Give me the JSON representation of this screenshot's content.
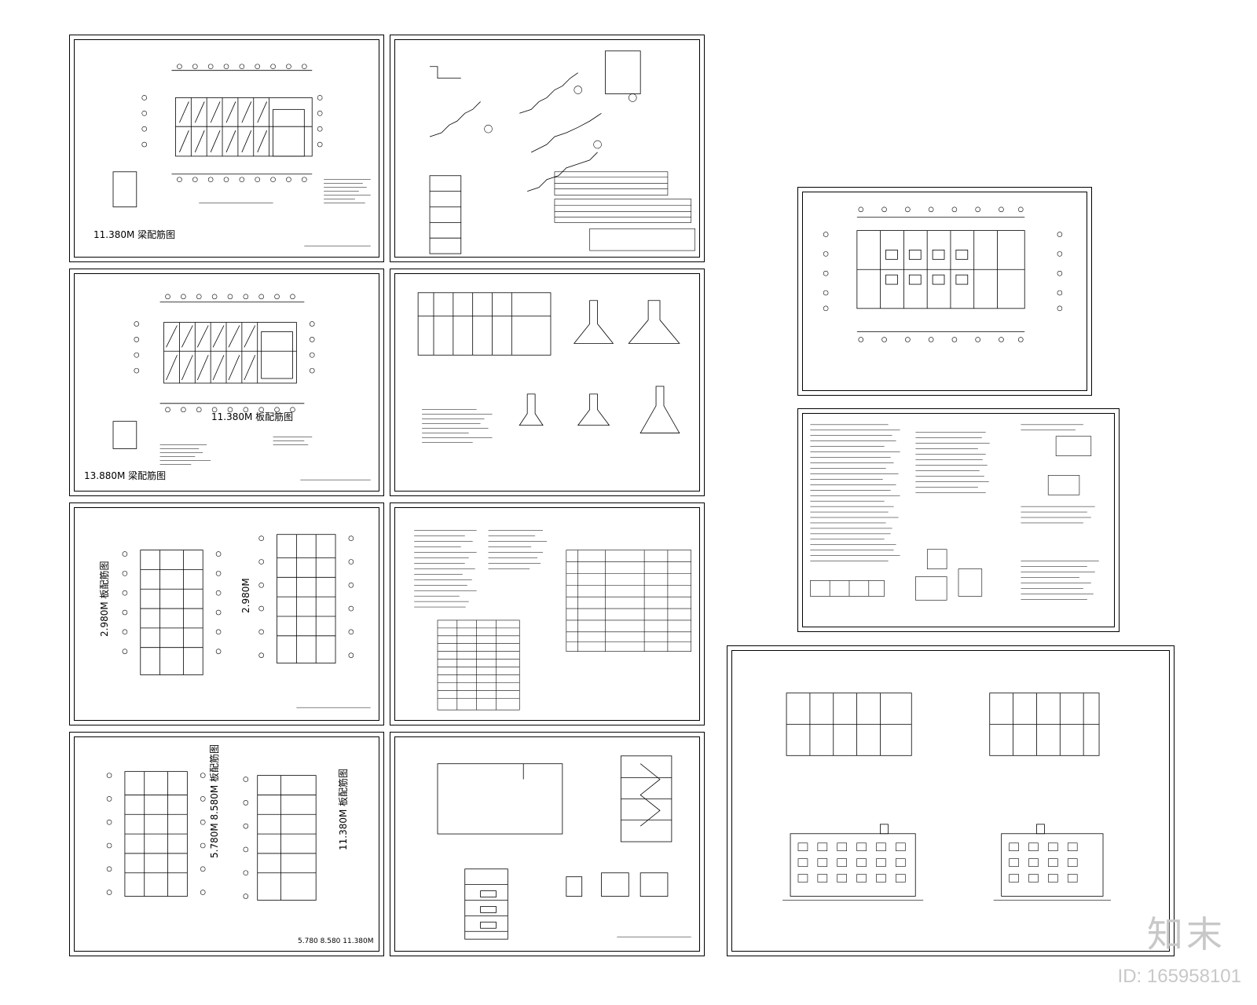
{
  "watermark": {
    "brand": "知末",
    "id": "ID: 165958101"
  },
  "sheets": {
    "s1": {
      "elev_label": "11.380M 梁配筋图"
    },
    "s4": {
      "elev_label": "11.380M 板配筋图",
      "elev_label2": "13.880M 梁配筋图"
    },
    "s7": {
      "label_a": "2.980M 板配筋图",
      "label_b": "2.980M"
    },
    "s10": {
      "label_a": "5.780M 8.580M 板配筋图",
      "label_b": "11.380M 板配筋图",
      "footer": "5.780 8.580 11.380M"
    }
  }
}
